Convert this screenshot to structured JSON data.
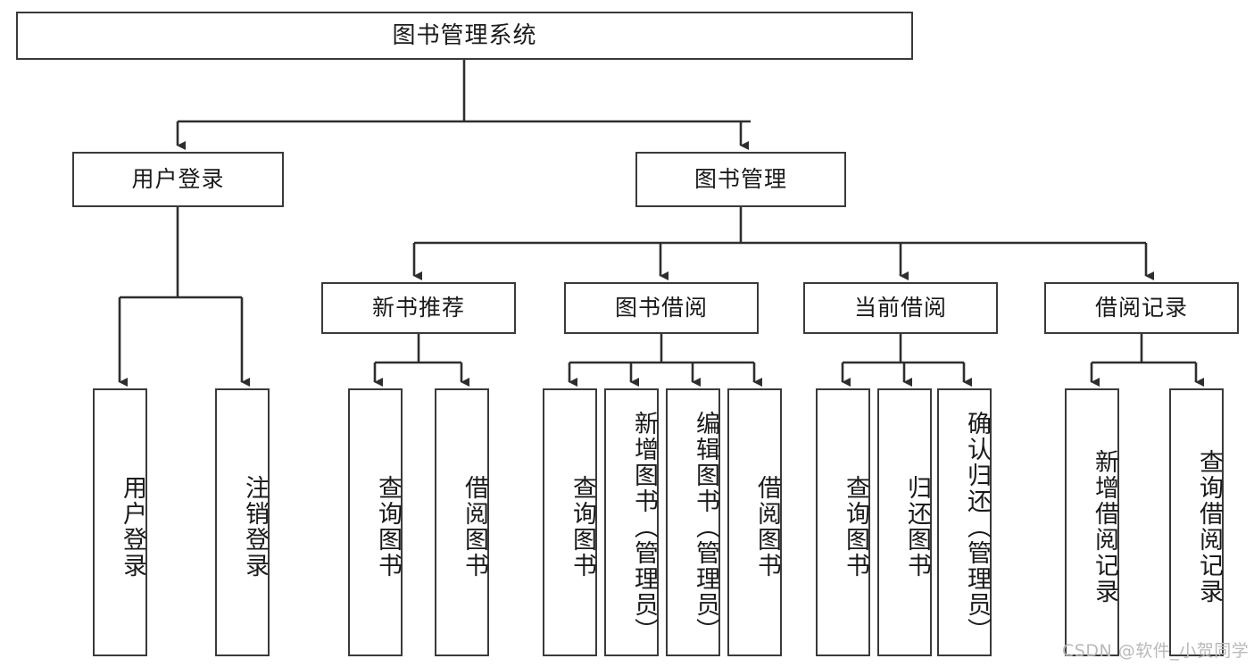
{
  "diagram": {
    "title": "图书管理系统",
    "type": "tree-hierarchy",
    "orientation": "top-down",
    "colors": {
      "stroke": "#3a3a3a",
      "fill": "#ffffff",
      "text": "#1a1a1a",
      "watermark": "#b9b9b9"
    },
    "root": {
      "label": "图书管理系统"
    },
    "level2": [
      {
        "label": "用户登录"
      },
      {
        "label": "图书管理"
      }
    ],
    "level3": [
      {
        "label": "新书推荐"
      },
      {
        "label": "图书借阅"
      },
      {
        "label": "当前借阅"
      },
      {
        "label": "借阅记录"
      }
    ],
    "leaves": {
      "user_login": [
        {
          "label": "用户登录"
        },
        {
          "label": "注销登录"
        }
      ],
      "new_book_recommend": [
        {
          "label": "查询图书"
        },
        {
          "label": "借阅图书"
        }
      ],
      "book_borrow": [
        {
          "label": "查询图书"
        },
        {
          "label": "新增图书（管理员）"
        },
        {
          "label": "编辑图书（管理员）"
        },
        {
          "label": "借阅图书"
        }
      ],
      "current_borrow": [
        {
          "label": "查询图书"
        },
        {
          "label": "归还图书"
        },
        {
          "label": "确认归还（管理员）"
        }
      ],
      "borrow_record": [
        {
          "label": "新增借阅记录"
        },
        {
          "label": "查询借阅记录"
        }
      ]
    }
  },
  "watermark": {
    "text": "CSDN @软件_小贺同学"
  }
}
